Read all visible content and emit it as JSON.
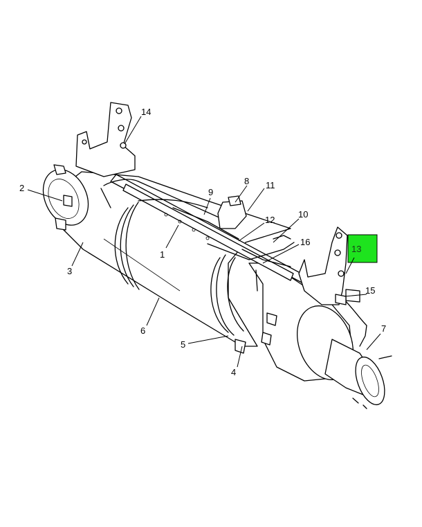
{
  "callouts": {
    "c1": "1",
    "c2": "2",
    "c3": "3",
    "c4": "4",
    "c5": "5",
    "c6": "6",
    "c7": "7",
    "c8": "8",
    "c9": "9",
    "c10": "10",
    "c11": "11",
    "c12": "12",
    "c13": "13",
    "c14": "14",
    "c15": "15",
    "c16": "16"
  },
  "highlight": {
    "callout": "13",
    "color": "#1ee31e"
  }
}
